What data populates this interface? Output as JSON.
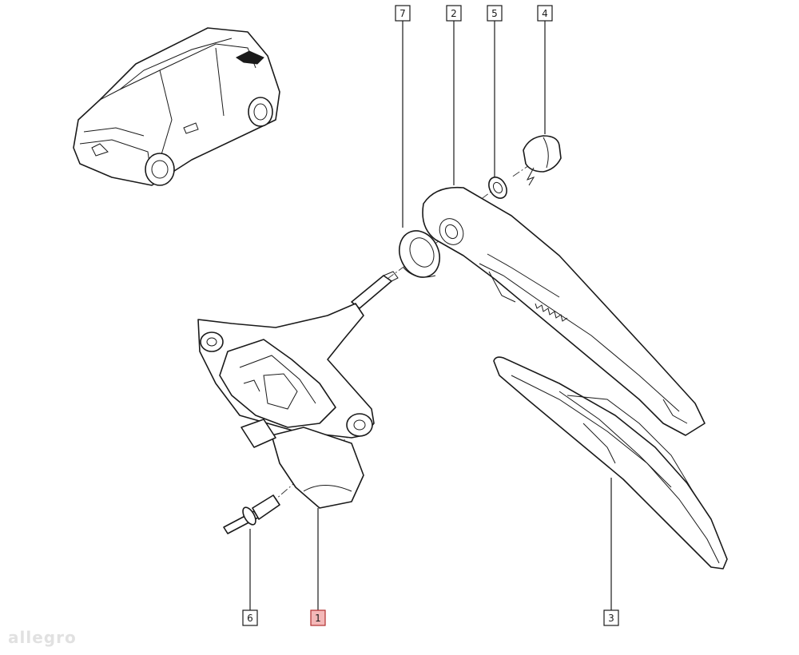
{
  "callouts": [
    {
      "id": "7",
      "label": "7",
      "highlighted": false
    },
    {
      "id": "2",
      "label": "2",
      "highlighted": false
    },
    {
      "id": "5",
      "label": "5",
      "highlighted": false
    },
    {
      "id": "4",
      "label": "4",
      "highlighted": false
    },
    {
      "id": "6",
      "label": "6",
      "highlighted": false
    },
    {
      "id": "1",
      "label": "1",
      "highlighted": true
    },
    {
      "id": "3",
      "label": "3",
      "highlighted": false
    }
  ],
  "watermark": "allegro",
  "colors": {
    "line": "#1a1a1a",
    "highlight_fill": "#f4b8b8",
    "highlight_stroke": "#b03030",
    "background": "#ffffff"
  }
}
